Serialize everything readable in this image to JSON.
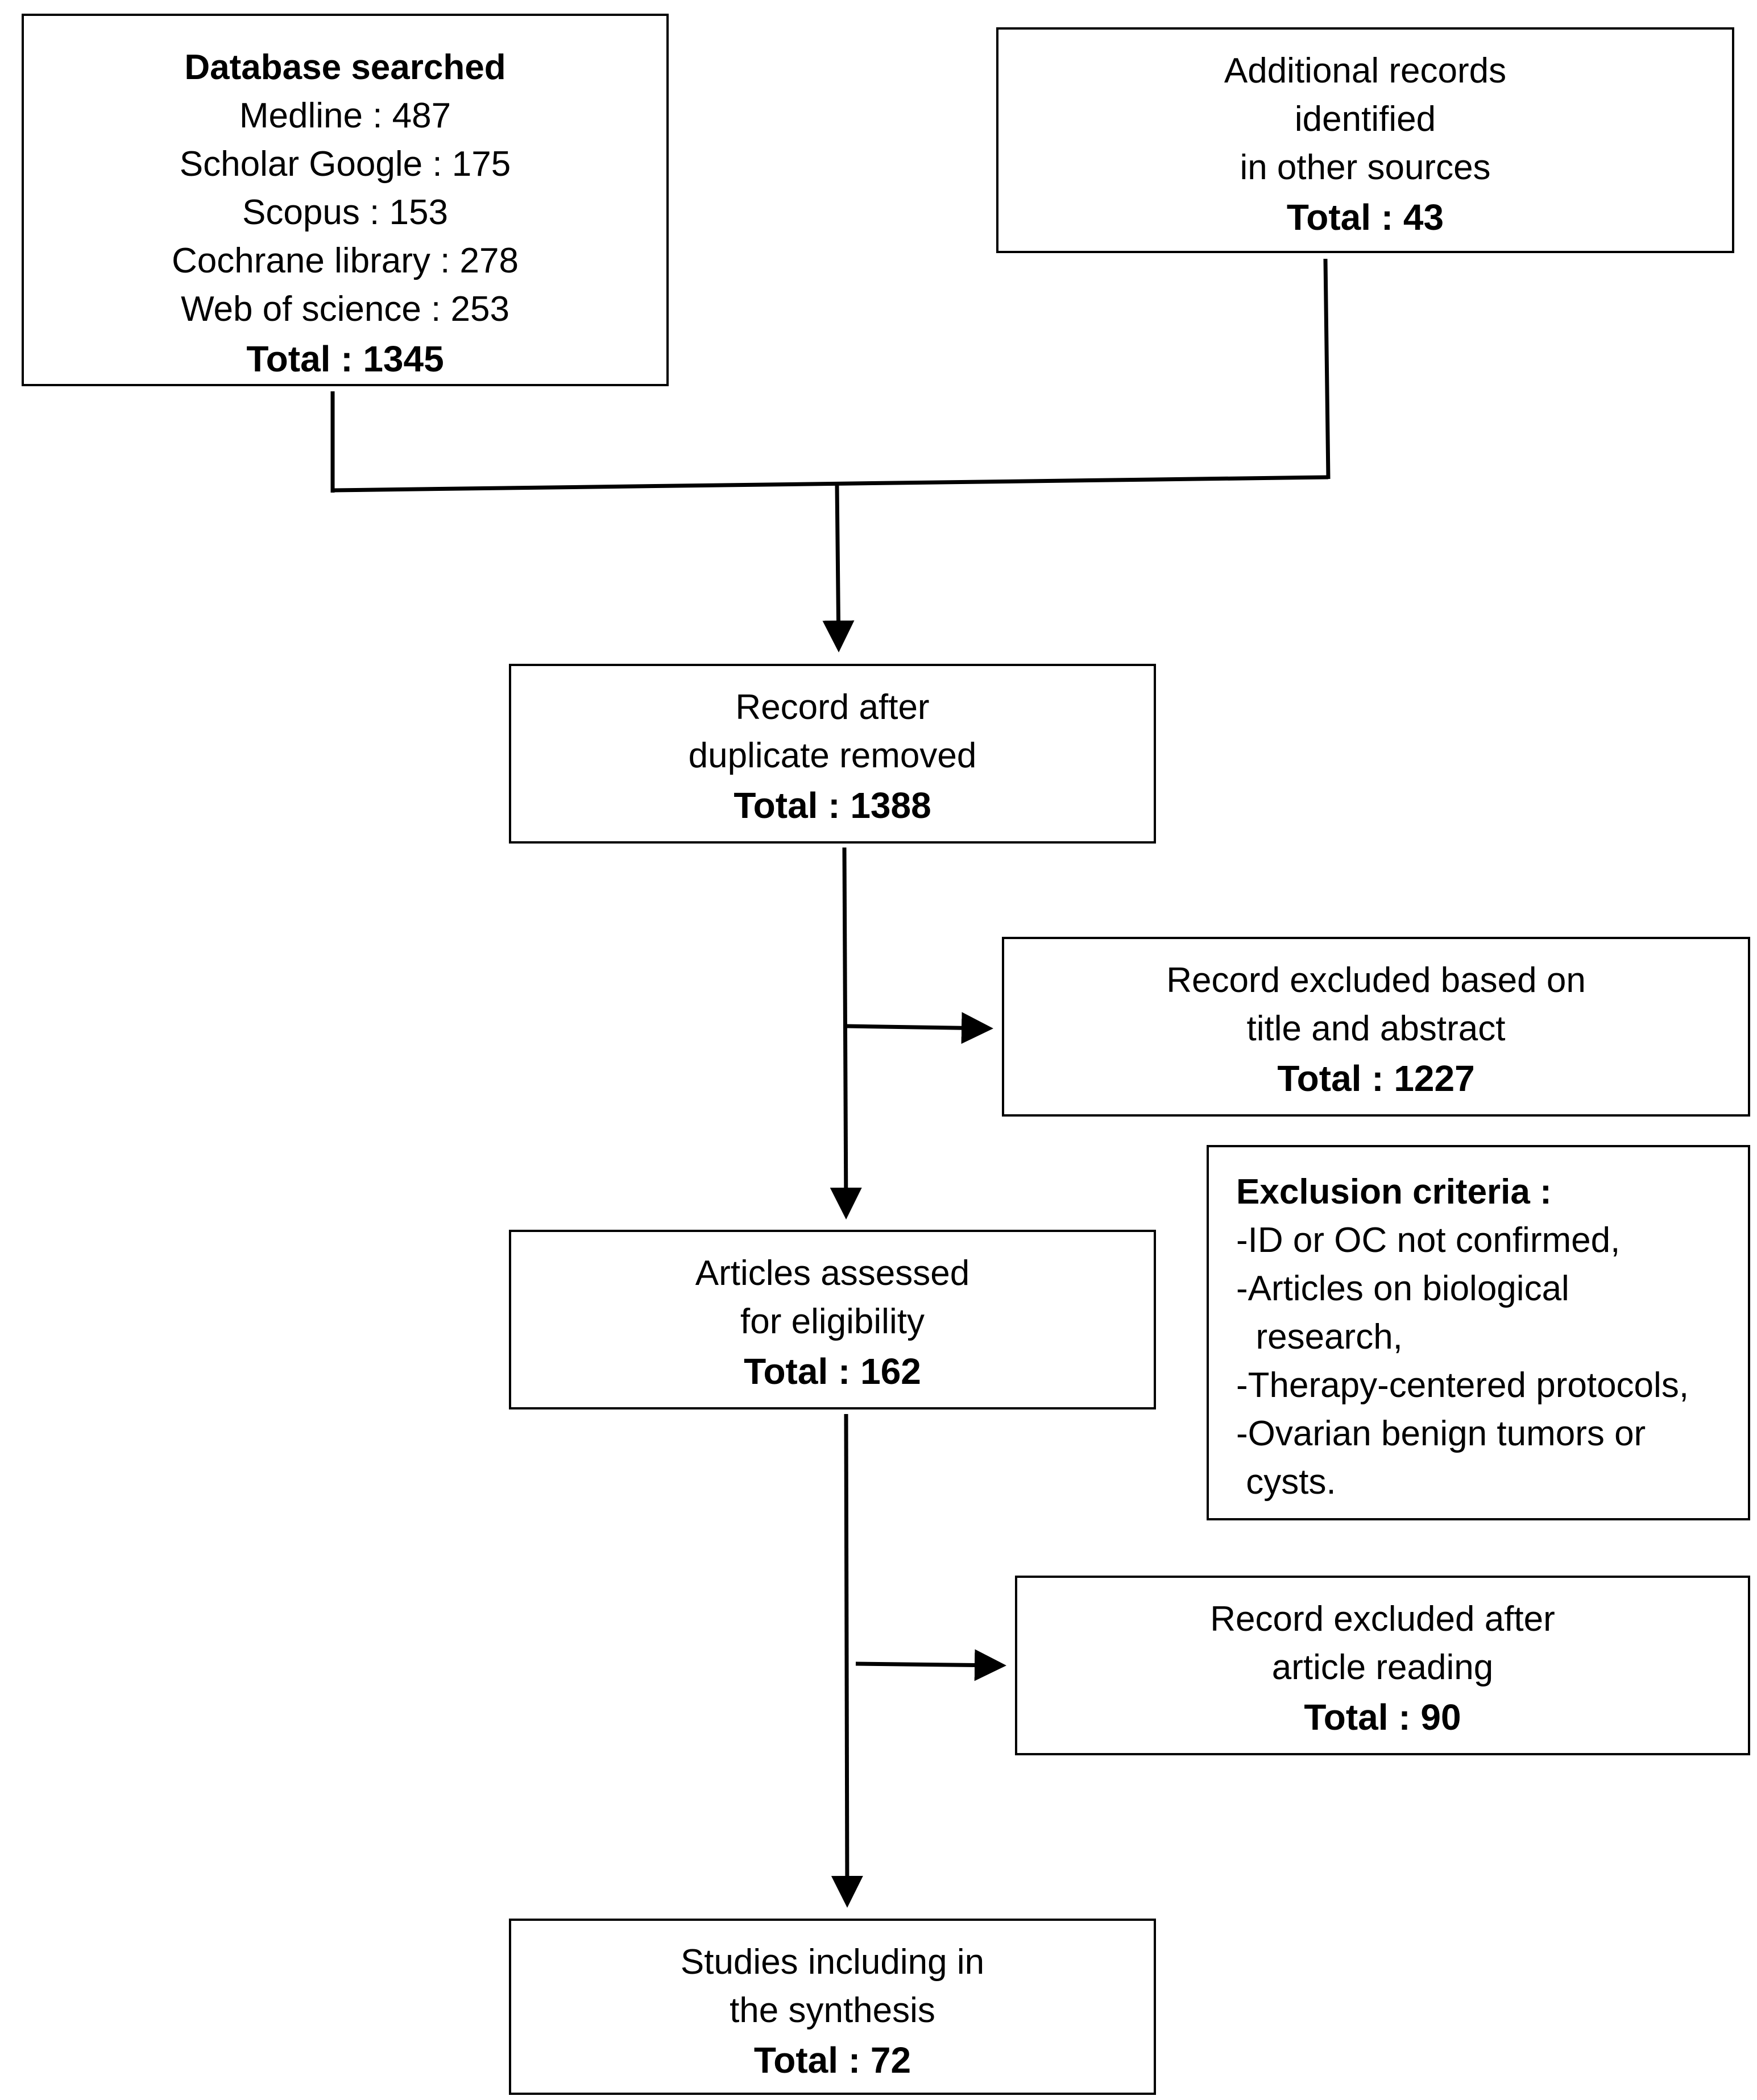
{
  "database_box": {
    "heading": "Database searched",
    "lines": [
      "Medline : 487",
      "Scholar Google : 175",
      "Scopus : 153",
      "Cochrane library : 278",
      "Web of science : 253"
    ],
    "total": "Total : 1345"
  },
  "additional_box": {
    "lines": [
      "Additional records",
      "identified",
      "in other sources"
    ],
    "total": "Total : 43"
  },
  "dedup_box": {
    "lines": [
      "Record after",
      "duplicate removed"
    ],
    "total": "Total : 1388"
  },
  "excluded_title_box": {
    "lines": [
      "Record excluded based on",
      "title and abstract"
    ],
    "total": "Total : 1227"
  },
  "exclusion_criteria_box": {
    "heading": "Exclusion criteria :",
    "items": [
      "-ID or OC not confirmed,",
      "-Articles on biological",
      "  research,",
      "-Therapy-centered protocols,",
      "-Ovarian benign tumors or",
      " cysts."
    ]
  },
  "eligibility_box": {
    "lines": [
      "Articles assessed",
      "for eligibility"
    ],
    "total": "Total : 162"
  },
  "excluded_reading_box": {
    "lines": [
      "Record excluded after",
      "article reading"
    ],
    "total": "Total : 90"
  },
  "included_box": {
    "lines": [
      "Studies including in",
      "the synthesis"
    ],
    "total": "Total : 72"
  }
}
